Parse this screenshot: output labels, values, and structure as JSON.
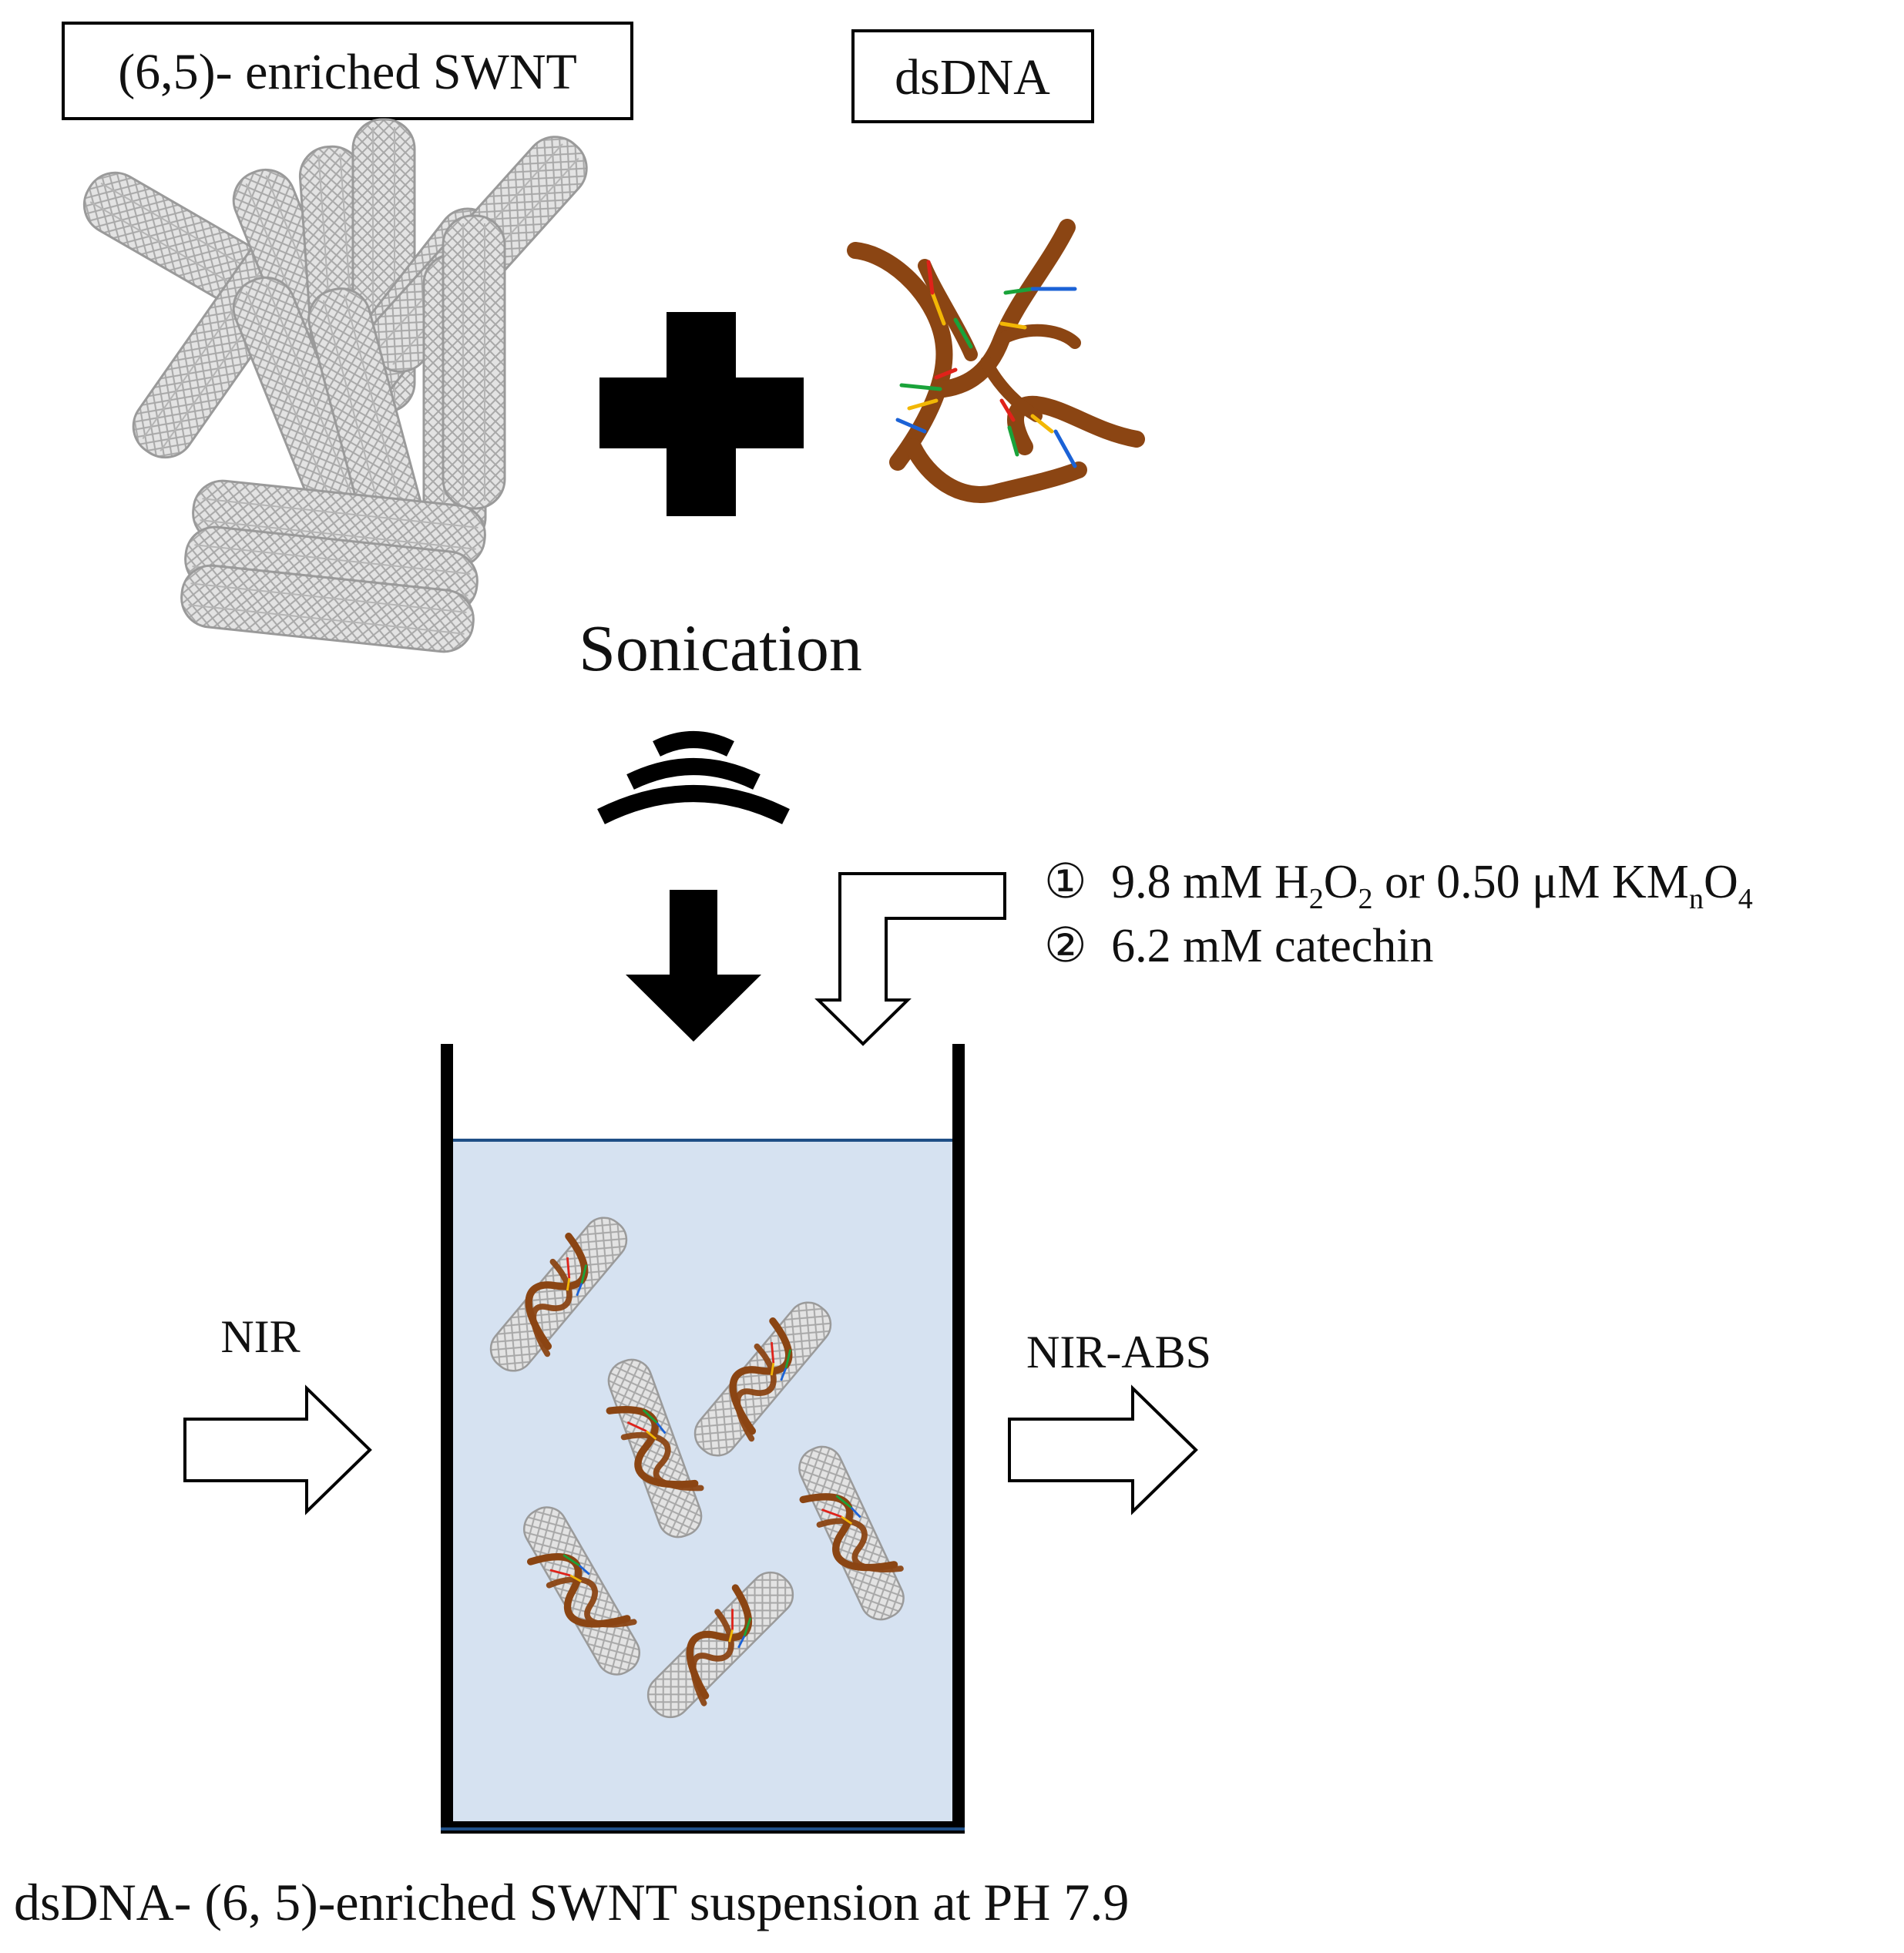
{
  "labels": {
    "swnt_box": "(6,5)- enriched SWNT",
    "dsdna_box": "dsDNA",
    "sonication": "Sonication",
    "nir_in": "NIR",
    "nir_out": "NIR-ABS",
    "footer": "dsDNA- (6, 5)-enriched SWNT suspension at PH 7.9"
  },
  "reagents": [
    {
      "marker": "①",
      "text_before": "9.8 mM H",
      "sub1": "2",
      "text_mid1": "O",
      "sub2": "2",
      "text_mid2": " or 0.50 μM KM",
      "sub3": "n",
      "text_mid3": "O",
      "sub4": "4"
    },
    {
      "marker": "②",
      "text": "6.2 mM catechin"
    }
  ],
  "colors": {
    "solution": "#d6e2f1",
    "solution_surface": "#1f4f86",
    "dna_backbone": "#8b4513",
    "base_red": "#e0221a",
    "base_yellow": "#f2b705",
    "base_green": "#1aa33a",
    "base_blue": "#1b62d6",
    "tube_fill": "#dcdcdc",
    "tube_stroke": "#9a9a9a"
  }
}
